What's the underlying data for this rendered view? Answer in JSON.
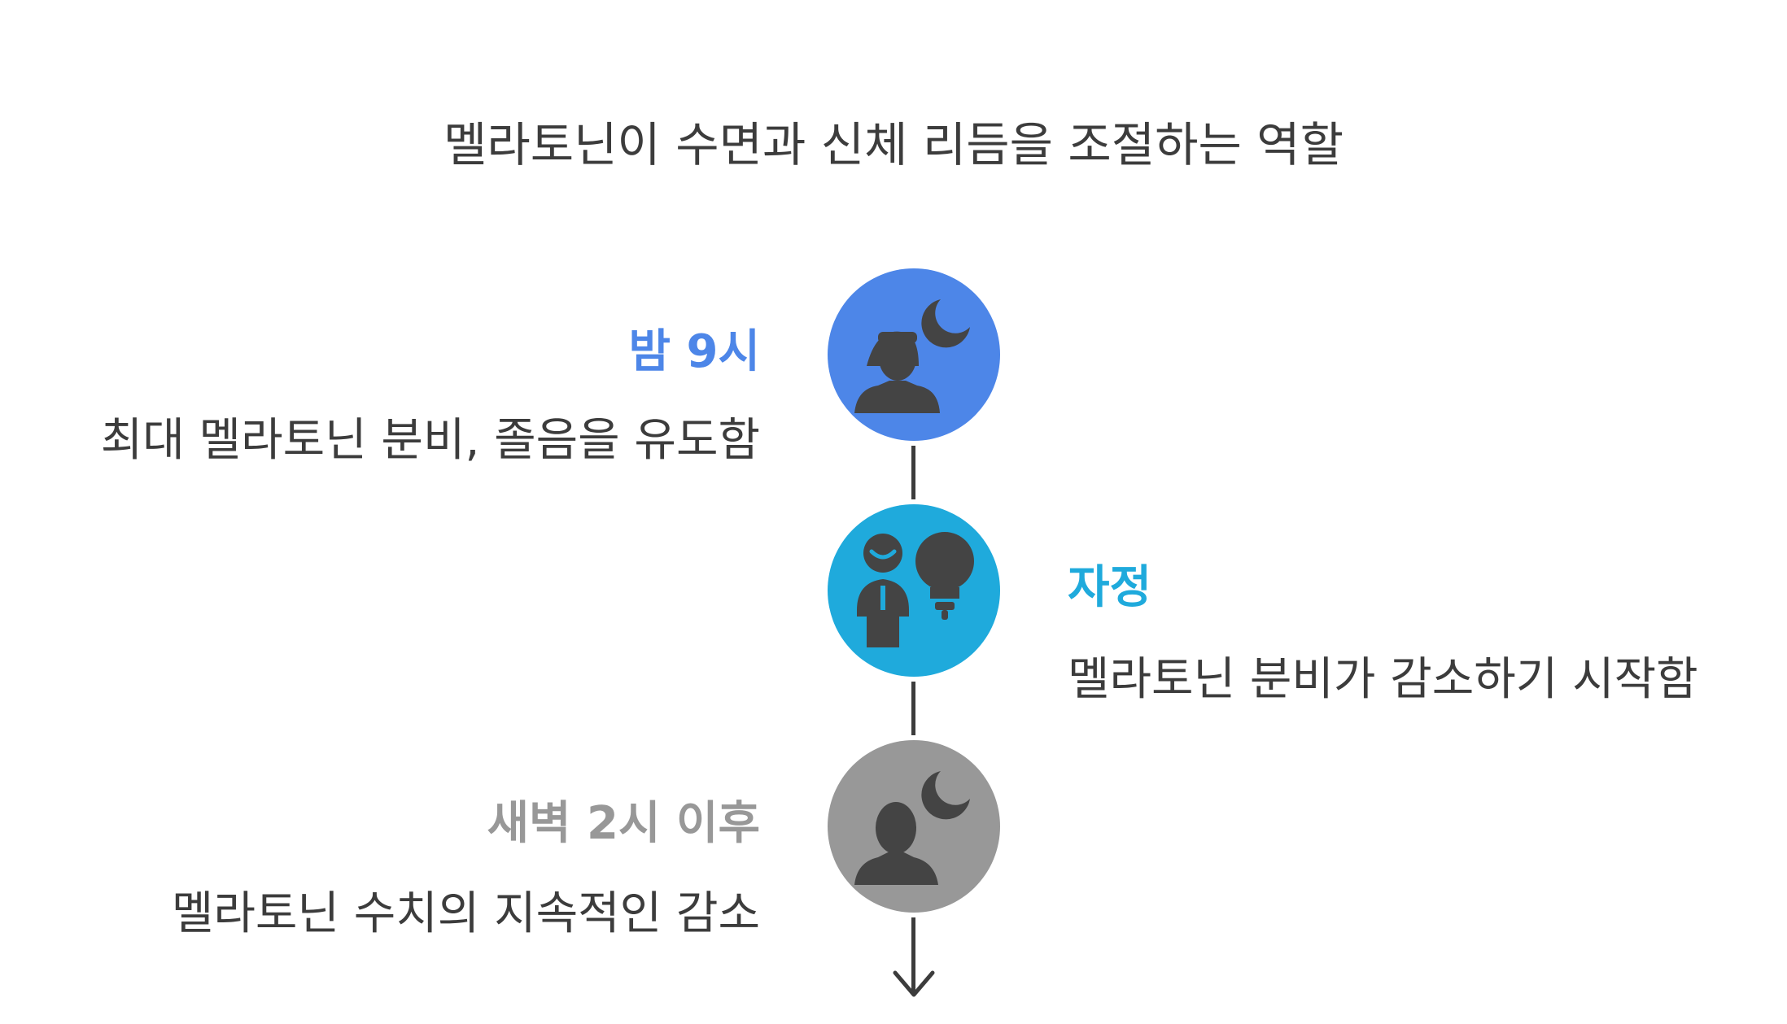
{
  "title": "멜라토닌이 수면과 신체 리듬을 조절하는 역할",
  "steps": [
    {
      "title": "밤 9시",
      "description": "최대 멜라토닌 분비, 졸음을 유도함",
      "color": "#4d86e8",
      "icon": "sleeping-person-moon-icon"
    },
    {
      "title": "자정",
      "description": "멜라토닌 분비가 감소하기 시작함",
      "color": "#1faadc",
      "icon": "person-lightbulb-icon"
    },
    {
      "title": "새벽 2시 이후",
      "description": "멜라토닌 수치의 지속적인 감소",
      "color": "#989898",
      "icon": "person-silhouette-moon-icon"
    }
  ],
  "colors": {
    "text": "#3c3c3c",
    "icon": "#444444",
    "connector": "#3c3c3c"
  }
}
